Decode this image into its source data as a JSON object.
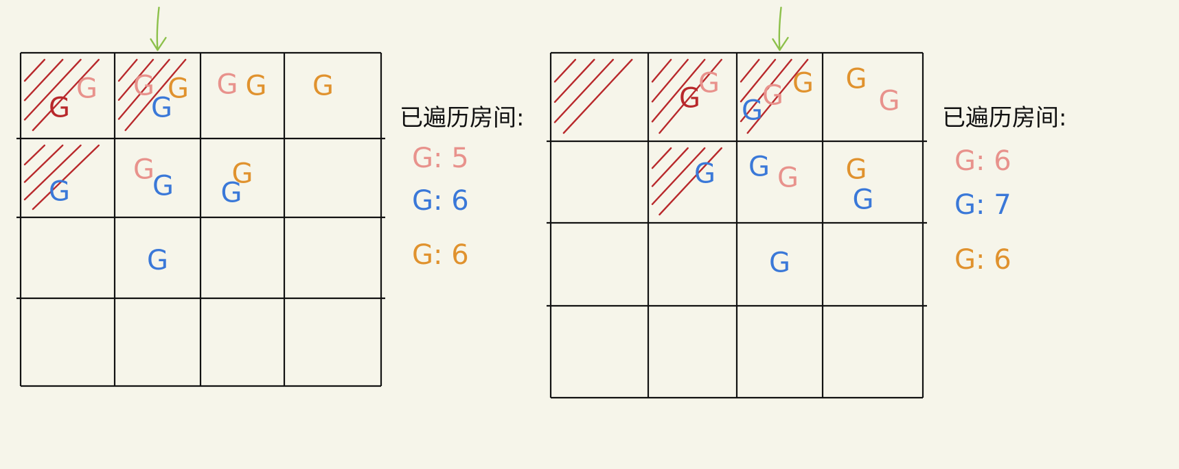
{
  "colors": {
    "background": "#f6f5ea",
    "grid_line": "#111111",
    "hatch_red": "#b8282b",
    "pink": "#e8928c",
    "blue": "#3a78d8",
    "orange": "#e0922e",
    "arrow_green": "#8cc04a",
    "label_black": "#111111"
  },
  "panels": [
    {
      "id": "left",
      "hatched_cells": [
        [
          0,
          0
        ],
        [
          0,
          1
        ],
        [
          1,
          0
        ]
      ],
      "arrow_column": 1,
      "letters": [
        {
          "row": 0,
          "col": 0,
          "color": "hatch_red",
          "text": "G"
        },
        {
          "row": 0,
          "col": 0,
          "color": "pink",
          "text": "G"
        },
        {
          "row": 0,
          "col": 1,
          "color": "pink",
          "text": "G"
        },
        {
          "row": 0,
          "col": 1,
          "color": "orange",
          "text": "G"
        },
        {
          "row": 0,
          "col": 1,
          "color": "blue",
          "text": "G"
        },
        {
          "row": 0,
          "col": 2,
          "color": "pink",
          "text": "G"
        },
        {
          "row": 0,
          "col": 2,
          "color": "orange",
          "text": "G"
        },
        {
          "row": 0,
          "col": 3,
          "color": "orange",
          "text": "G"
        },
        {
          "row": 1,
          "col": 0,
          "color": "blue",
          "text": "G"
        },
        {
          "row": 1,
          "col": 1,
          "color": "pink",
          "text": "G"
        },
        {
          "row": 1,
          "col": 1,
          "color": "blue",
          "text": "G"
        },
        {
          "row": 1,
          "col": 2,
          "color": "orange",
          "text": "G"
        },
        {
          "row": 1,
          "col": 2,
          "color": "blue",
          "text": "G"
        },
        {
          "row": 2,
          "col": 1,
          "color": "blue",
          "text": "G"
        }
      ],
      "legend": {
        "title": "已遍历房间:",
        "entries": [
          {
            "color": "pink",
            "text": "G: 5"
          },
          {
            "color": "blue",
            "text": "G: 6"
          },
          {
            "color": "orange",
            "text": "G: 6"
          }
        ]
      }
    },
    {
      "id": "right",
      "hatched_cells": [
        [
          0,
          0
        ],
        [
          0,
          1
        ],
        [
          0,
          2
        ],
        [
          1,
          1
        ]
      ],
      "arrow_column": 2,
      "letters": [
        {
          "row": 0,
          "col": 1,
          "color": "hatch_red",
          "text": "G"
        },
        {
          "row": 0,
          "col": 1,
          "color": "pink",
          "text": "G"
        },
        {
          "row": 0,
          "col": 2,
          "color": "pink",
          "text": "G"
        },
        {
          "row": 0,
          "col": 2,
          "color": "orange",
          "text": "G"
        },
        {
          "row": 0,
          "col": 2,
          "color": "blue",
          "text": "G"
        },
        {
          "row": 0,
          "col": 3,
          "color": "orange",
          "text": "G"
        },
        {
          "row": 0,
          "col": 3,
          "color": "pink",
          "text": "G"
        },
        {
          "row": 1,
          "col": 1,
          "color": "blue",
          "text": "G"
        },
        {
          "row": 1,
          "col": 2,
          "color": "blue",
          "text": "G"
        },
        {
          "row": 1,
          "col": 2,
          "color": "pink",
          "text": "G"
        },
        {
          "row": 1,
          "col": 3,
          "color": "orange",
          "text": "G"
        },
        {
          "row": 1,
          "col": 3,
          "color": "blue",
          "text": "G"
        },
        {
          "row": 2,
          "col": 2,
          "color": "blue",
          "text": "G"
        }
      ],
      "legend": {
        "title": "已遍历房间:",
        "entries": [
          {
            "color": "pink",
            "text": "G: 6"
          },
          {
            "color": "blue",
            "text": "G: 7"
          },
          {
            "color": "orange",
            "text": "G: 6"
          }
        ]
      }
    }
  ]
}
